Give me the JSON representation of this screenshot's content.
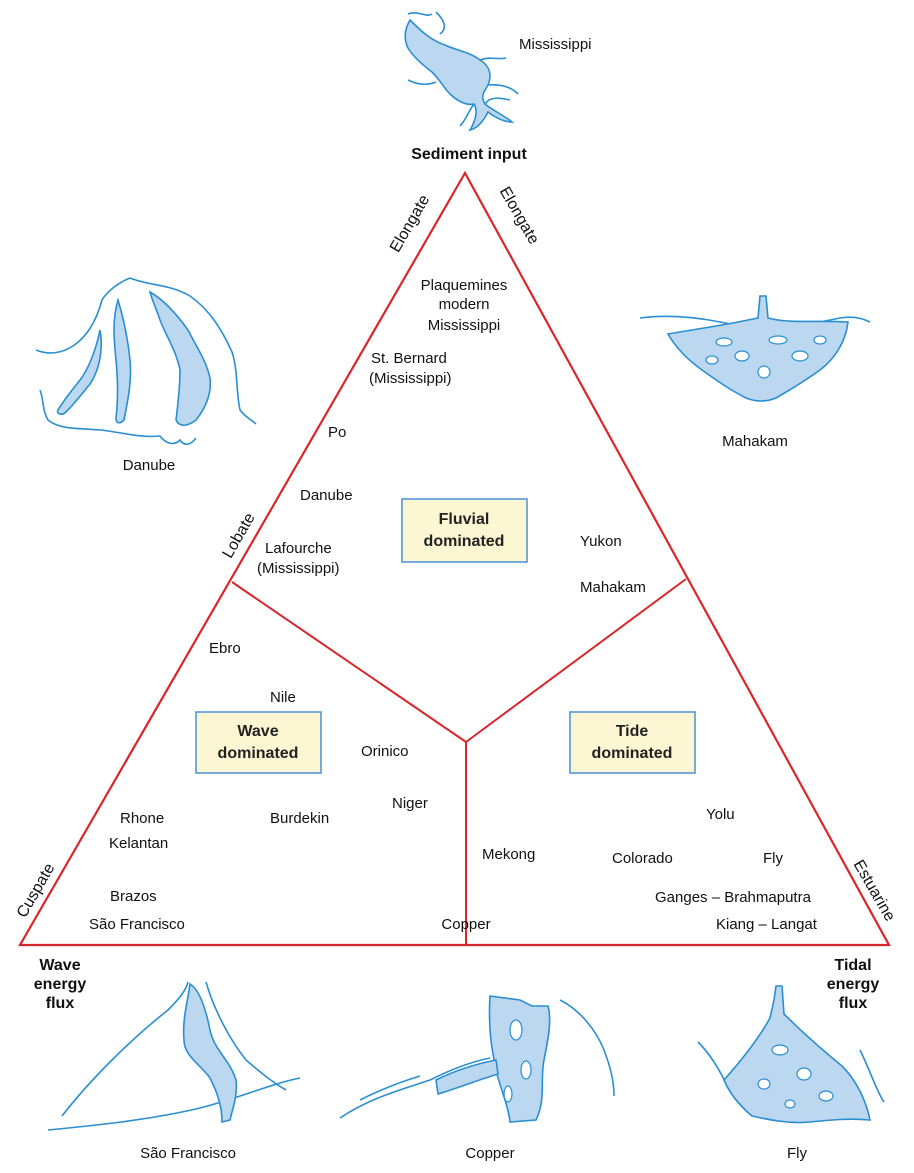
{
  "apex_label": "Sediment input",
  "left_corner_label": [
    "Wave",
    "energy",
    "flux"
  ],
  "right_corner_label": [
    "Tidal",
    "energy",
    "flux"
  ],
  "edge_labels": {
    "elongate_left": "Elongate",
    "elongate_right": "Elongate",
    "lobate": "Lobate",
    "cuspate": "Cuspate",
    "estuarine": "Estuarine"
  },
  "regions": {
    "fluvial": [
      "Fluvial",
      "dominated"
    ],
    "wave": [
      "Wave",
      "dominated"
    ],
    "tide": [
      "Tide",
      "dominated"
    ]
  },
  "deltas": {
    "plaquemines": [
      "Plaquemines",
      "modern",
      "Mississippi"
    ],
    "st_bernard": [
      "St. Bernard",
      "(Mississippi)"
    ],
    "po": "Po",
    "danube": "Danube",
    "lafourche": [
      "Lafourche",
      "(Mississippi)"
    ],
    "yukon": "Yukon",
    "mahakam": "Mahakam",
    "ebro": "Ebro",
    "nile": "Nile",
    "orinico": "Orinico",
    "niger": "Niger",
    "burdekin": "Burdekin",
    "rhone": "Rhone",
    "kelantan": "Kelantan",
    "brazos": "Brazos",
    "sao_francisco": "São Francisco",
    "copper": "Copper",
    "mekong": "Mekong",
    "yolu": "Yolu",
    "colorado": "Colorado",
    "fly": "Fly",
    "ganges": "Ganges – Brahmaputra",
    "kiang": "Kiang – Langat"
  },
  "sketch_captions": {
    "mississippi": "Mississippi",
    "danube": "Danube",
    "mahakam": "Mahakam",
    "sao_francisco": "São Francisco",
    "copper": "Copper",
    "fly": "Fly"
  },
  "colors": {
    "triangle": "#d9262b",
    "box_fill": "#fdf6d2",
    "box_stroke": "#4a90d9",
    "water": "#bcd7f0",
    "coast": "#2a8fd0"
  }
}
